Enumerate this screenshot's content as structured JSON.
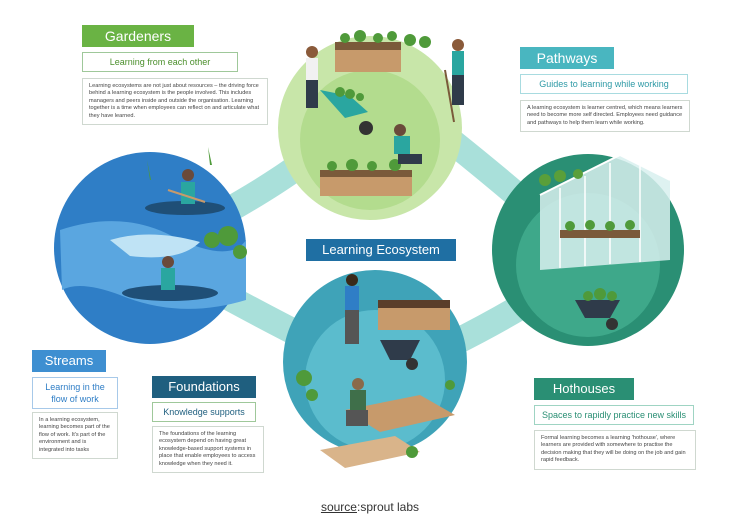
{
  "center": {
    "title": "Learning Ecosystem"
  },
  "gardeners": {
    "title": "Gardeners",
    "subtitle": "Learning from each other",
    "description": "Learning ecosystems are not just about resources – the driving force behind a learning ecosystem is the people involved. This includes managers and peers inside and outside the organisation. Learning together is a time when employees can reflect on and articulate what they have learned."
  },
  "pathways": {
    "title": "Pathways",
    "subtitle": "Guides to learning while working",
    "description": "A learning ecosystem is learner centred, which means learners need to become more self directed. Employees need guidance and pathways to help them learn while working."
  },
  "streams": {
    "title": "Streams",
    "subtitle": "Learning in the flow of work",
    "description": "In a learning ecosystem, learning becomes part of the flow of work. It's part of the environment and is integrated into tasks"
  },
  "foundations": {
    "title": "Foundations",
    "subtitle": "Knowledge supports",
    "description": "The foundations of the learning ecosystem depend on having great knowledge-based support systems in place that enable employees to access knowledge when they need it."
  },
  "hothouses": {
    "title": "Hothouses",
    "subtitle": "Spaces to rapidly practice new skills",
    "description": "Formal learning becomes a learning 'hothouse', where learners are provided with somewhere to practise the decision making that they will be doing on the job and gain rapid feedback."
  },
  "source": {
    "label": "source",
    "separator": ":",
    "name": "sprout labs"
  },
  "colors": {
    "gardeners": "#6ab344",
    "pathways": "#49b6c0",
    "streams": "#3e8fd1",
    "foundations": "#1f5f7f",
    "hothouses": "#2a8f74",
    "ecosystem": "#1f6fa3",
    "connector": "#8fd3cf"
  }
}
